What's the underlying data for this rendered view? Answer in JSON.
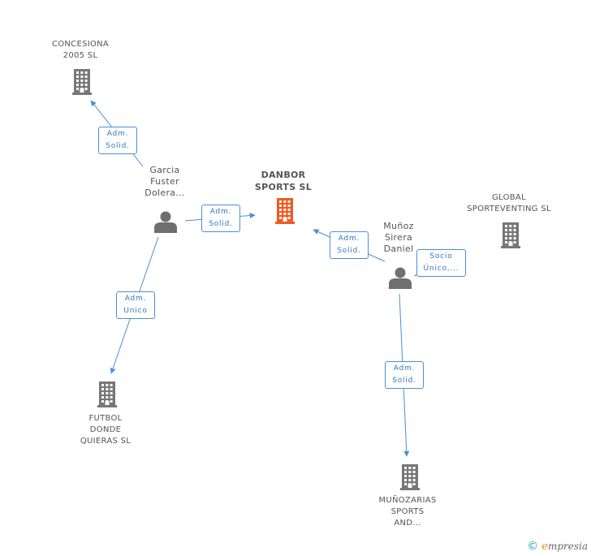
{
  "colors": {
    "main_company": "#f05a23",
    "company": "#777777",
    "person": "#6f6f6f",
    "edge": "#4a8fd8",
    "label": "#555555"
  },
  "companies": [
    {
      "id": "danbor",
      "lines": [
        "DANBOR",
        "SPORTS SL"
      ],
      "main": true
    },
    {
      "id": "concesiona",
      "lines": [
        "CONCESIONA",
        "2005 SL"
      ]
    },
    {
      "id": "futbol",
      "lines": [
        "FUTBOL",
        "DONDE",
        "QUIERAS SL"
      ]
    },
    {
      "id": "global",
      "lines": [
        "GLOBAL",
        "SPORTEVENTING SL"
      ]
    },
    {
      "id": "munozarias",
      "lines": [
        "MUÑOZARIAS",
        "SPORTS",
        "AND..."
      ]
    }
  ],
  "persons": [
    {
      "id": "garcia",
      "lines": [
        "Garcia",
        "Fuster",
        "Dolera..."
      ]
    },
    {
      "id": "munoz",
      "lines": [
        "Muñoz",
        "Sirera",
        "Daniel"
      ]
    }
  ],
  "relations": [
    {
      "id": "garcia-concesiona",
      "from": "garcia",
      "to": "concesiona",
      "lines": [
        "Adm.",
        "Solid."
      ]
    },
    {
      "id": "garcia-danbor",
      "from": "garcia",
      "to": "danbor",
      "lines": [
        "Adm.",
        "Solid."
      ]
    },
    {
      "id": "garcia-futbol",
      "from": "garcia",
      "to": "futbol",
      "lines": [
        "Adm.",
        "Unico"
      ]
    },
    {
      "id": "munoz-danbor",
      "from": "munoz",
      "to": "danbor",
      "lines": [
        "Adm.",
        "Solid."
      ]
    },
    {
      "id": "munoz-global",
      "from": "munoz",
      "to": "global",
      "lines": [
        "Socio",
        "Único,..."
      ]
    },
    {
      "id": "munoz-munozarias",
      "from": "munoz",
      "to": "munozarias",
      "lines": [
        "Adm.",
        "Solid."
      ]
    }
  ],
  "footer": {
    "copyright": "©",
    "brand_e": "e",
    "brand_rest": "mpresia"
  }
}
